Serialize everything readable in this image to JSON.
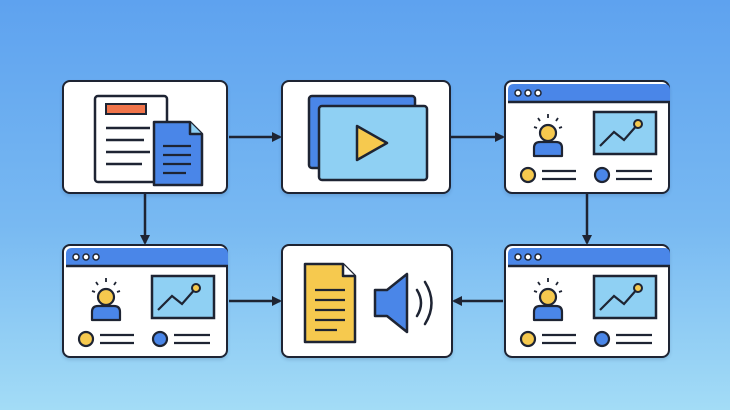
{
  "diagram": {
    "nodes": [
      {
        "id": "documents",
        "icon": "document-icon"
      },
      {
        "id": "video",
        "icon": "video-play-icon"
      },
      {
        "id": "web-page-a",
        "icon": "browser-window-icon"
      },
      {
        "id": "web-page-b",
        "icon": "browser-window-icon"
      },
      {
        "id": "audio-doc",
        "icon": "speaker-icon"
      },
      {
        "id": "web-page-c",
        "icon": "browser-window-icon"
      }
    ],
    "edges": [
      {
        "from": "documents",
        "to": "video"
      },
      {
        "from": "video",
        "to": "web-page-a"
      },
      {
        "from": "web-page-a",
        "to": "web-page-c"
      },
      {
        "from": "web-page-c",
        "to": "audio-doc"
      },
      {
        "from": "web-page-b",
        "to": "audio-doc"
      },
      {
        "from": "documents",
        "to": "web-page-b"
      }
    ]
  },
  "colors": {
    "background_top": "#5ea2ef",
    "background_bottom": "#a3dcf6",
    "card": "#ffffff",
    "outline": "#1e2433",
    "accent_blue": "#4a86e8",
    "light_blue": "#8fd0f3",
    "yellow": "#f6c94e",
    "orange": "#f0744a"
  }
}
